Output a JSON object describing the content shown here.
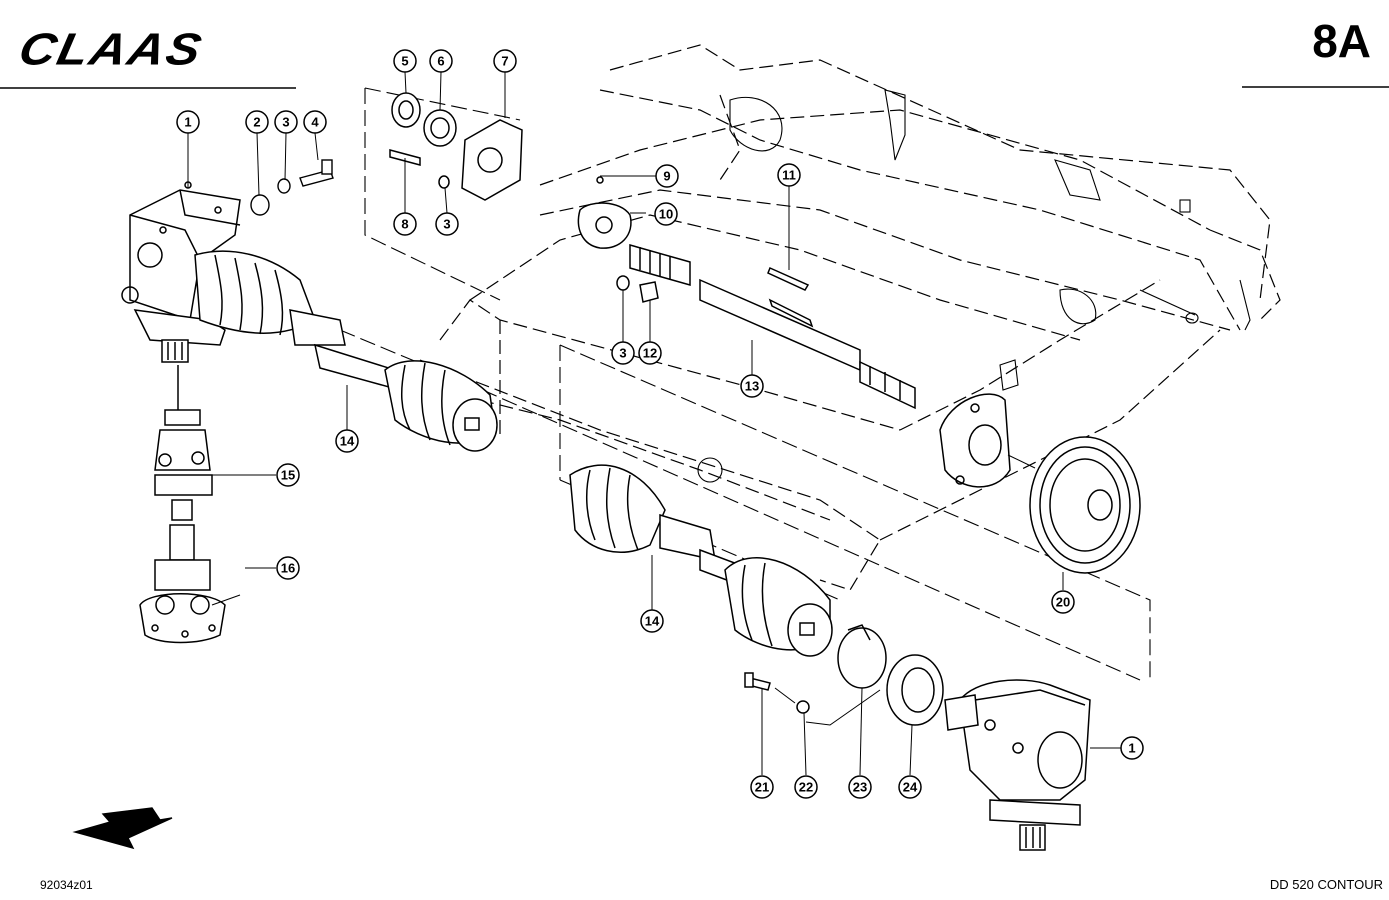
{
  "header": {
    "brand": "CLAAS",
    "page_id": "8A"
  },
  "footer": {
    "drawing_number": "92034z01",
    "model": "DD 520 CONTOUR"
  },
  "callouts": [
    {
      "id": "c1a",
      "num": "1"
    },
    {
      "id": "c2",
      "num": "2"
    },
    {
      "id": "c3a",
      "num": "3"
    },
    {
      "id": "c4",
      "num": "4"
    },
    {
      "id": "c5",
      "num": "5"
    },
    {
      "id": "c6",
      "num": "6"
    },
    {
      "id": "c7",
      "num": "7"
    },
    {
      "id": "c8",
      "num": "8"
    },
    {
      "id": "c3b",
      "num": "3"
    },
    {
      "id": "c9",
      "num": "9"
    },
    {
      "id": "c10",
      "num": "10"
    },
    {
      "id": "c11",
      "num": "11"
    },
    {
      "id": "c3c",
      "num": "3"
    },
    {
      "id": "c12",
      "num": "12"
    },
    {
      "id": "c13",
      "num": "13"
    },
    {
      "id": "c14a",
      "num": "14"
    },
    {
      "id": "c15",
      "num": "15"
    },
    {
      "id": "c16",
      "num": "16"
    },
    {
      "id": "c14b",
      "num": "14"
    },
    {
      "id": "c20",
      "num": "20"
    },
    {
      "id": "c1b",
      "num": "1"
    },
    {
      "id": "c21",
      "num": "21"
    },
    {
      "id": "c22",
      "num": "22"
    },
    {
      "id": "c23",
      "num": "23"
    },
    {
      "id": "c24",
      "num": "24"
    }
  ]
}
